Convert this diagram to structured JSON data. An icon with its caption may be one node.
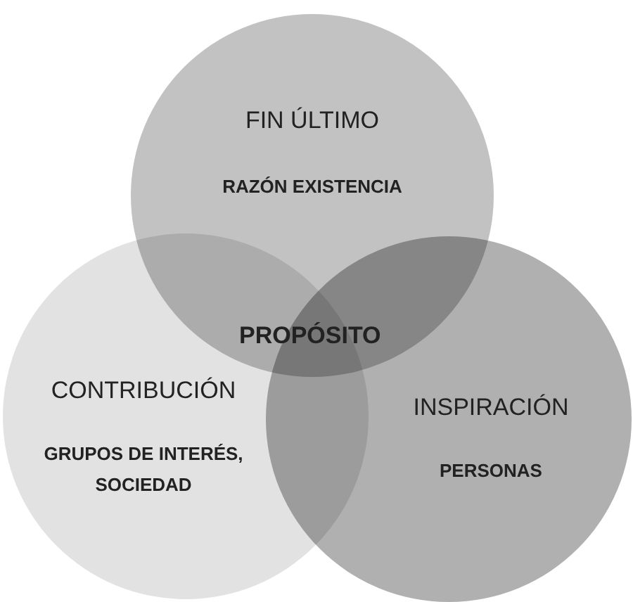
{
  "diagram": {
    "nodes": [
      {
        "text": [
          "FIN ÚLTIMO",
          "RAZÓN EXISTENCIA"
        ]
      },
      {
        "text": [
          "CONTRIBUCIÓN",
          "GRUPOS DE INTERÉS, SOCIEDAD"
        ]
      },
      {
        "text": [
          "INSPIRACIÓN",
          "PERSONAS"
        ]
      }
    ],
    "edges": [],
    "labels": [
      "PROPÓSITO"
    ]
  }
}
